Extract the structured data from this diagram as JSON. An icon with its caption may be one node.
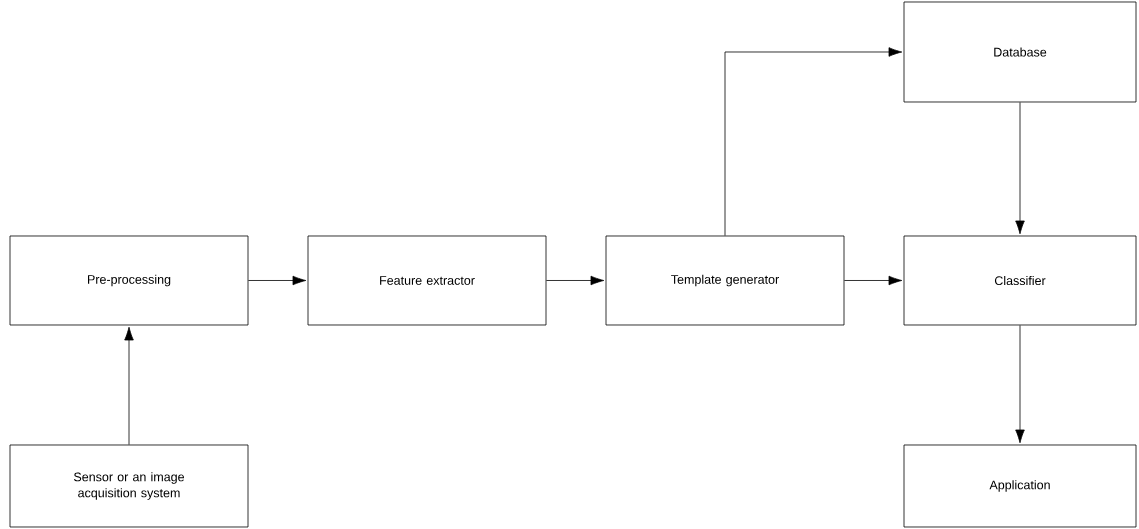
{
  "diagram": {
    "nodes": [
      {
        "text": [
          "Database"
        ]
      },
      {
        "text": [
          "Pre-processing"
        ]
      },
      {
        "text": [
          "Feature extractor"
        ]
      },
      {
        "text": [
          "Template generator"
        ]
      },
      {
        "text": [
          "Classifier"
        ]
      },
      {
        "text": [
          "Sensor or an image acquisition system"
        ]
      },
      {
        "text": [
          "Application"
        ]
      }
    ],
    "edges": [
      {
        "from": 5,
        "to": 1,
        "arrow": "to"
      },
      {
        "from": 1,
        "to": 2,
        "arrow": "to"
      },
      {
        "from": 2,
        "to": 3,
        "arrow": "to"
      },
      {
        "from": 3,
        "to": 4,
        "arrow": "to"
      },
      {
        "from": 3,
        "to": 0,
        "arrow": "to"
      },
      {
        "from": 0,
        "to": 4,
        "arrow": "to"
      },
      {
        "from": 4,
        "to": 6,
        "arrow": "to"
      }
    ]
  }
}
